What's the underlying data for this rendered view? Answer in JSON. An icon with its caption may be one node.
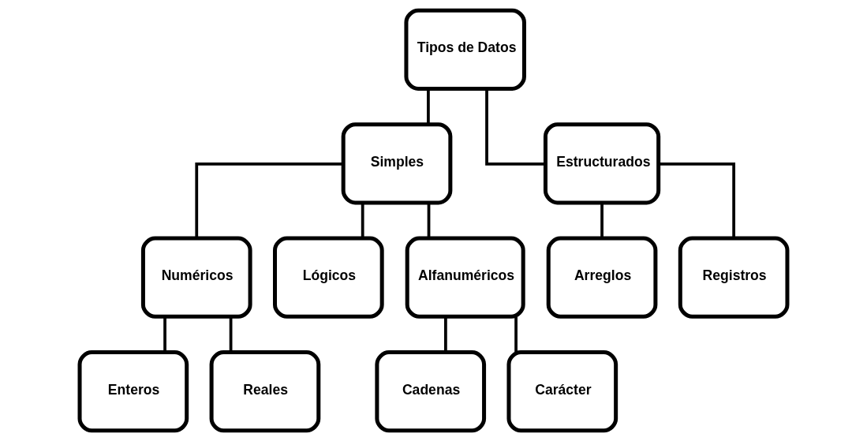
{
  "diagram": {
    "nodes": [
      {
        "text": [
          "Tipos de Datos"
        ]
      },
      {
        "text": [
          "Simples"
        ]
      },
      {
        "text": [
          "Estructurados"
        ]
      },
      {
        "text": [
          "Numéricos"
        ]
      },
      {
        "text": [
          "Lógicos"
        ]
      },
      {
        "text": [
          "Alfanuméricos"
        ]
      },
      {
        "text": [
          "Arreglos"
        ]
      },
      {
        "text": [
          "Registros"
        ]
      },
      {
        "text": [
          "Enteros"
        ]
      },
      {
        "text": [
          "Reales"
        ]
      },
      {
        "text": [
          "Cadenas"
        ]
      },
      {
        "text": [
          "Carácter"
        ]
      }
    ],
    "edges": [
      {
        "from": 0,
        "to": 1,
        "arrow": "none"
      },
      {
        "from": 0,
        "to": 2,
        "arrow": "none"
      },
      {
        "from": 1,
        "to": 3,
        "arrow": "none"
      },
      {
        "from": 1,
        "to": 4,
        "arrow": "none"
      },
      {
        "from": 1,
        "to": 5,
        "arrow": "none"
      },
      {
        "from": 2,
        "to": 6,
        "arrow": "none"
      },
      {
        "from": 2,
        "to": 7,
        "arrow": "none"
      },
      {
        "from": 3,
        "to": 8,
        "arrow": "none"
      },
      {
        "from": 3,
        "to": 9,
        "arrow": "none"
      },
      {
        "from": 5,
        "to": 10,
        "arrow": "none"
      },
      {
        "from": 5,
        "to": 11,
        "arrow": "none"
      }
    ]
  }
}
